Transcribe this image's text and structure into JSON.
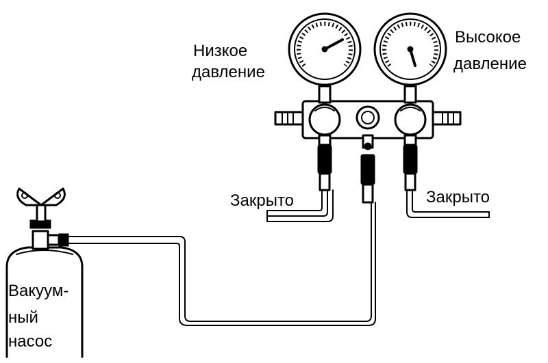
{
  "colors": {
    "line": "#000000",
    "background": "#ffffff"
  },
  "labels": {
    "low_pressure_line1": "Низкое",
    "low_pressure_line2": "давление",
    "high_pressure_line1": "Высокое",
    "high_pressure_line2": "давление",
    "closed_left": "Закрыто",
    "closed_right": "Закрыто",
    "pump_line1": "Вакуум-",
    "pump_line2": "ный",
    "pump_line3": "насос"
  }
}
